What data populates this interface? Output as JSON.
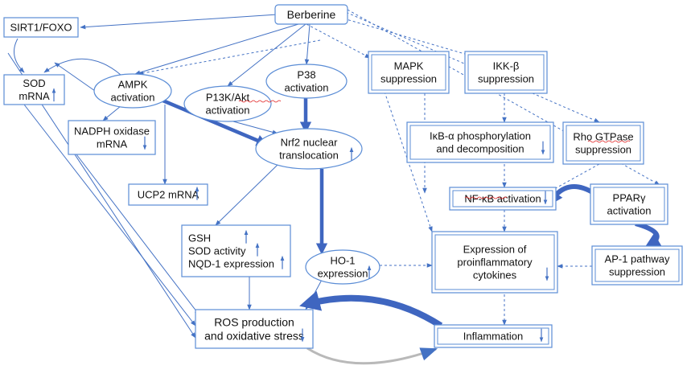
{
  "colors": {
    "line": "#4472c4",
    "box_stroke": "#5b8dd6",
    "box_fill": "#ffffff",
    "thick_arrow": "#3f66c0",
    "text": "#111111",
    "underline": "#e02020"
  },
  "nodes": {
    "berberine": {
      "lines": [
        "Berberine"
      ]
    },
    "sirt1_foxo": {
      "lines": [
        "SIRT1/FOXO"
      ]
    },
    "sod_mrna": {
      "lines": [
        "SOD",
        "mRNA"
      ],
      "up_arrow": true
    },
    "ampk": {
      "lines": [
        "AMPK",
        "activation"
      ]
    },
    "pi3k_akt": {
      "lines": [
        "P13K/Akt",
        "activation"
      ]
    },
    "p38": {
      "lines": [
        "P38",
        "activation"
      ]
    },
    "mapk": {
      "lines": [
        "MAPK",
        "suppression"
      ]
    },
    "ikk_beta": {
      "lines": [
        "IKK-β",
        "suppression"
      ]
    },
    "nadph": {
      "lines": [
        "NADPH oxidase",
        "mRNA"
      ],
      "down_arrow": true
    },
    "nrf2": {
      "lines": [
        "Nrf2 nuclear",
        "translocation"
      ],
      "up_arrow": true
    },
    "ikb_alpha": {
      "lines": [
        "IκB-α phosphorylation",
        "and decomposition"
      ],
      "down_arrow": true
    },
    "rho_gtpase": {
      "lines": [
        "Rho GTPase",
        "suppression"
      ]
    },
    "ucp2": {
      "lines": [
        "UCP2 mRNA"
      ],
      "up_arrow": true
    },
    "nfkb": {
      "lines": [
        "NF-κB activation"
      ],
      "down_arrow": true
    },
    "ppar": {
      "lines": [
        "PPARγ",
        "activation"
      ]
    },
    "gsh_group": {
      "lines": [
        "GSH",
        "SOD activity",
        "NQD-1 expression"
      ],
      "up_arrows": 3
    },
    "ho1": {
      "lines": [
        "HO-1",
        "expression"
      ],
      "up_arrow": true
    },
    "cytokines": {
      "lines": [
        "Expression of",
        "proinflammatory",
        "cytokines"
      ],
      "down_arrow": true
    },
    "ap1": {
      "lines": [
        "AP-1 pathway",
        "suppression"
      ]
    },
    "ros": {
      "lines": [
        "ROS production",
        "and oxidative stress"
      ],
      "down_arrow": true
    },
    "inflammation": {
      "lines": [
        "Inflammation"
      ],
      "down_arrow": true
    }
  }
}
